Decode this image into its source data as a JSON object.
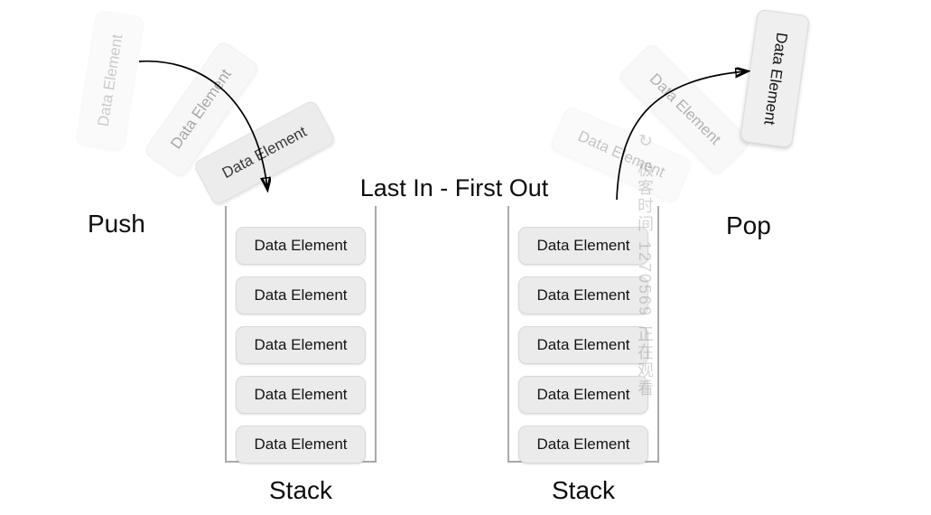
{
  "title": "Last In - First Out",
  "push_label": "Push",
  "pop_label": "Pop",
  "data_element_label": "Data Element",
  "left_stack": {
    "label": "Stack",
    "items": [
      "Data Element",
      "Data Element",
      "Data Element",
      "Data Element",
      "Data Element"
    ]
  },
  "right_stack": {
    "label": "Stack",
    "items": [
      "Data Element",
      "Data Element",
      "Data Element",
      "Data Element",
      "Data Element"
    ]
  },
  "push_flow_boxes": [
    "Data Element",
    "Data Element",
    "Data Element"
  ],
  "pop_flow_boxes": [
    "Data Element",
    "Data Element",
    "Data Element"
  ],
  "watermark": {
    "icon": "geektime-logo-icon",
    "logo_glyph": "↻",
    "brand": "极客时间",
    "viewer_id": "1270569",
    "status": "正在观看"
  },
  "colors": {
    "background": "#ffffff",
    "box_fill": "#ebebeb",
    "box_border": "#d9d9d9",
    "frame_line": "#a9a9a9",
    "text": "#111111",
    "arrow": "#000000",
    "watermark": "rgba(60,60,60,0.22)"
  }
}
